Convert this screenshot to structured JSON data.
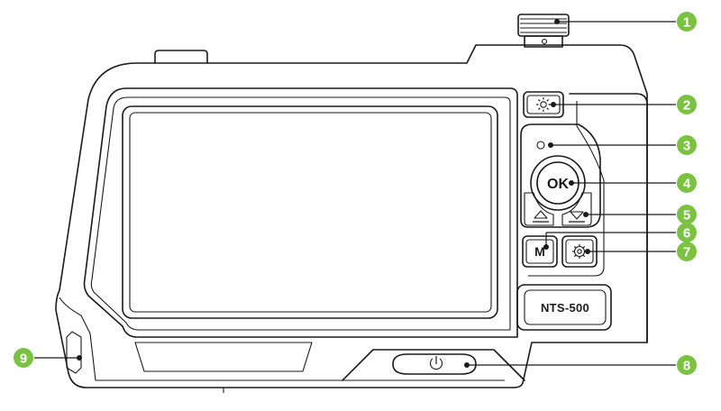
{
  "colors": {
    "badge": "#7cc242",
    "outline": "#1a1a1a"
  },
  "device": {
    "model_label": "NTS-500",
    "ok_label": "OK",
    "mode_label": "M"
  },
  "icons": {
    "brightness": "sun-icon",
    "indicator": "led-indicator-icon",
    "up": "up-triangle-icon",
    "down": "down-triangle-icon",
    "settings": "gear-icon",
    "power": "power-icon",
    "connector": "threaded-connector-icon"
  },
  "callouts": [
    {
      "number": "1"
    },
    {
      "number": "2"
    },
    {
      "number": "3"
    },
    {
      "number": "4"
    },
    {
      "number": "5"
    },
    {
      "number": "6"
    },
    {
      "number": "7"
    },
    {
      "number": "8"
    },
    {
      "number": "9"
    }
  ]
}
